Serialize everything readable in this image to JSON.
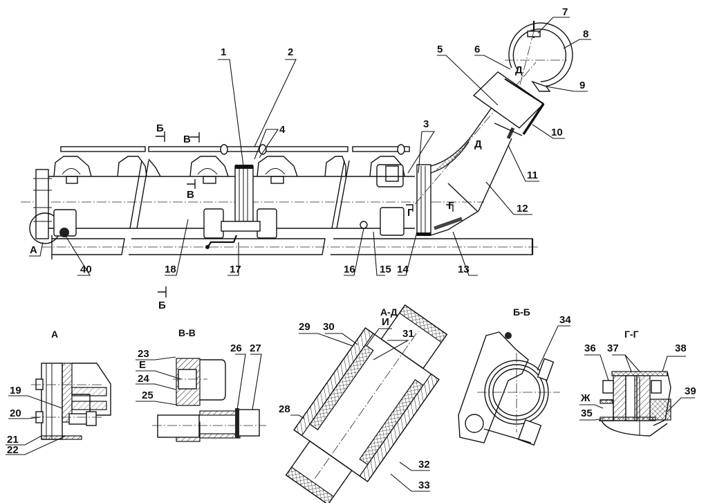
{
  "drawing": {
    "type": "assembly drawing",
    "main_view": {
      "callouts": [
        "1",
        "2",
        "3",
        "4",
        "5",
        "6",
        "7",
        "8",
        "9",
        "10",
        "11",
        "12",
        "13",
        "14",
        "15",
        "16",
        "17",
        "18",
        "40"
      ],
      "section_marks": [
        "Б",
        "В",
        "Д",
        "Г",
        "А"
      ]
    },
    "views": [
      {
        "id": "A",
        "title": "А",
        "callouts": [
          "19",
          "20",
          "21",
          "22"
        ]
      },
      {
        "id": "V",
        "title": "В-В",
        "callouts": [
          "23",
          "Е",
          "24",
          "25",
          "26",
          "27"
        ]
      },
      {
        "id": "D",
        "title": "А-Д",
        "callouts": [
          "И",
          "29",
          "30",
          "31",
          "28",
          "32",
          "33"
        ]
      },
      {
        "id": "B",
        "title": "Б-Б",
        "callouts": [
          "34"
        ]
      },
      {
        "id": "G",
        "title": "Г-Г",
        "callouts": [
          "36",
          "37",
          "38",
          "Ж",
          "35",
          "39"
        ]
      }
    ]
  },
  "labels": {
    "c1": "1",
    "c2": "2",
    "c3": "3",
    "c4": "4",
    "c5": "5",
    "c6": "6",
    "c7": "7",
    "c8": "8",
    "c9": "9",
    "c10": "10",
    "c11": "11",
    "c12": "12",
    "c13": "13",
    "c14": "14",
    "c15": "15",
    "c16": "16",
    "c17": "17",
    "c18": "18",
    "c40": "40",
    "c19": "19",
    "c20": "20",
    "c21": "21",
    "c22": "22",
    "c23": "23",
    "cE": "Е",
    "c24": "24",
    "c25": "25",
    "c26": "26",
    "c27": "27",
    "c28": "28",
    "c29": "29",
    "c30": "30",
    "cI": "И",
    "c31": "31",
    "c32": "32",
    "c33": "33",
    "c34": "34",
    "c35": "35",
    "c36": "36",
    "c37": "37",
    "c38": "38",
    "cZh": "Ж",
    "c39": "39",
    "secB": "Б",
    "secV": "В",
    "secD": "Д",
    "secG": "Г",
    "markA": "А",
    "titleA": "А",
    "titleVV": "В-В",
    "titleAD": "А-Д",
    "titleBB": "Б-Б",
    "titleGG": "Г-Г"
  }
}
